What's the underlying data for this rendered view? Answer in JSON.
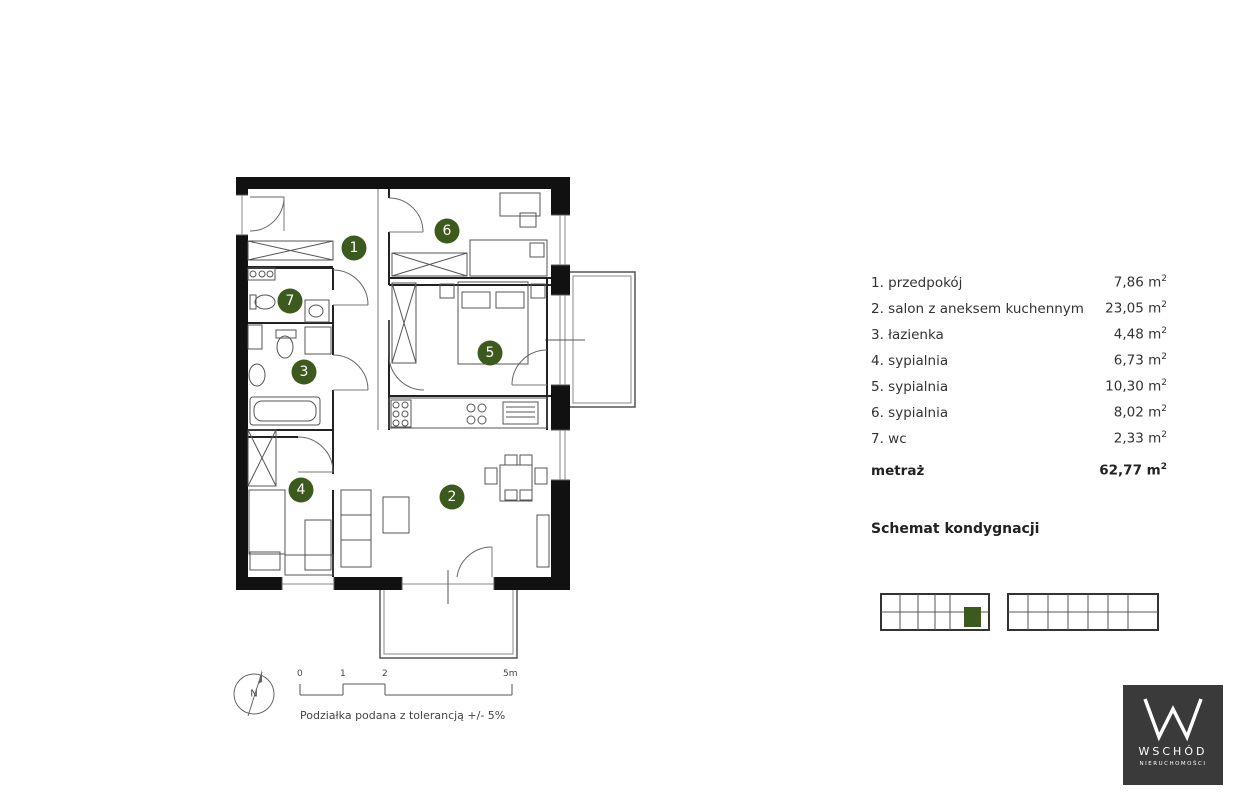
{
  "rooms": [
    {
      "num": "1",
      "name": "1. przedpokój",
      "area": "7,86 m",
      "unit_sup": "2"
    },
    {
      "num": "2",
      "name": "2. salon z aneksem kuchennym",
      "area": "23,05 m",
      "unit_sup": "2"
    },
    {
      "num": "3",
      "name": "3. łazienka",
      "area": "4,48 m",
      "unit_sup": "2"
    },
    {
      "num": "4",
      "name": "4. sypialnia",
      "area": "6,73 m",
      "unit_sup": "2"
    },
    {
      "num": "5",
      "name": "5. sypialnia",
      "area": "10,30 m",
      "unit_sup": "2"
    },
    {
      "num": "6",
      "name": "6. sypialnia",
      "area": "8,02 m",
      "unit_sup": "2"
    },
    {
      "num": "7",
      "name": "7. wc",
      "area": "2,33 m",
      "unit_sup": "2"
    }
  ],
  "total": {
    "label": "metraż",
    "area": "62,77 m",
    "unit_sup": "2"
  },
  "schema_title": "Schemat kondygnacji",
  "scale": {
    "labels": [
      "0",
      "1",
      "2",
      "5m"
    ],
    "note": "Podziałka podana z tolerancją +/- 5%"
  },
  "compass": {
    "label": "N"
  },
  "logo": {
    "brand": "WSCHÓD",
    "sub": "NIERUCHOMOŚCI"
  },
  "colors": {
    "accent": "#3d5a1e",
    "wall": "#111111",
    "logo_bg": "#3a3a3a"
  }
}
